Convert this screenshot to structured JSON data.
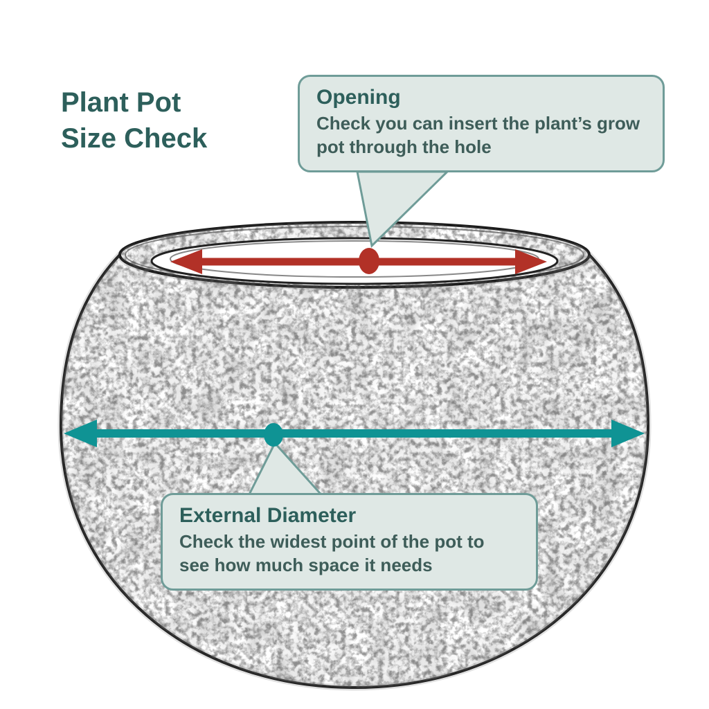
{
  "title": {
    "line1": "Plant Pot",
    "line2": "Size Check"
  },
  "callouts": {
    "opening": {
      "title": "Opening",
      "body": "Check you can insert the plant’s grow pot through the hole"
    },
    "external": {
      "title": "External Diameter",
      "body": "Check the widest point of the pot to see how much space it needs"
    }
  },
  "illustration": {
    "subject": "round plant pot sketch",
    "markers": [
      {
        "name": "opening-arrow",
        "style": "double-headed horizontal arrow across pot opening",
        "color_key": "arrow_red"
      },
      {
        "name": "external-diameter-arrow",
        "style": "double-headed horizontal arrow across widest point of pot",
        "color_key": "arrow_teal"
      }
    ]
  },
  "colors": {
    "background": "#ffffff",
    "title_teal": "#2d5f5b",
    "body_text": "#3e5d59",
    "callout_bg": "#dfe8e5",
    "callout_border": "#6f9c98",
    "arrow_red": "#b23127",
    "arrow_teal": "#0f9394",
    "sketch_ink": "#1b1b1b"
  }
}
